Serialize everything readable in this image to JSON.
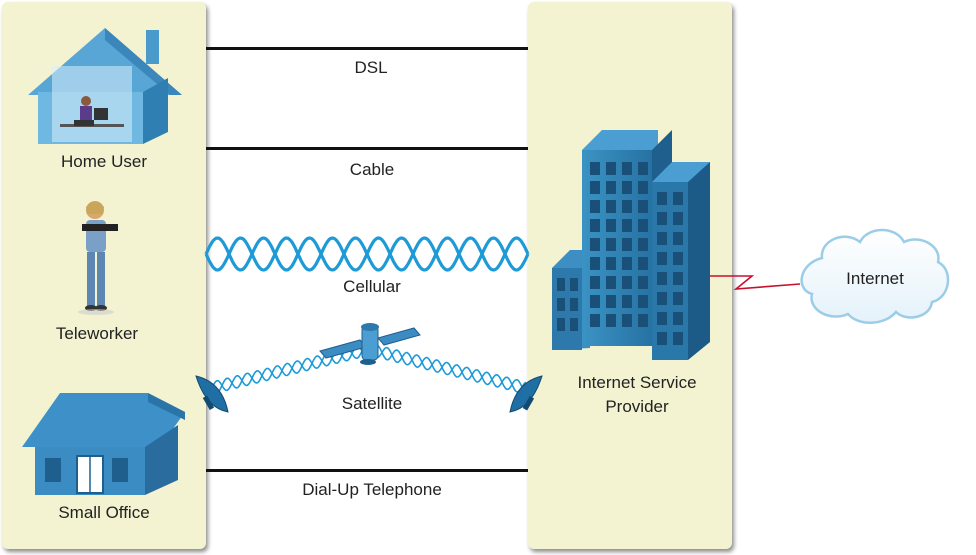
{
  "endpoints": {
    "home_user": "Home User",
    "teleworker": "Teleworker",
    "small_office": "Small Office"
  },
  "connections": {
    "dsl": "DSL",
    "cable": "Cable",
    "cellular": "Cellular",
    "satellite": "Satellite",
    "dialup": "Dial-Up Telephone"
  },
  "provider": {
    "line1": "Internet Service",
    "line2": "Provider"
  },
  "cloud": {
    "label": "Internet"
  },
  "colors": {
    "panel": "#f3f3d2",
    "icon_blue": "#2e7fb0",
    "wave_blue": "#1e9ad6",
    "link_red": "#c8102e"
  }
}
